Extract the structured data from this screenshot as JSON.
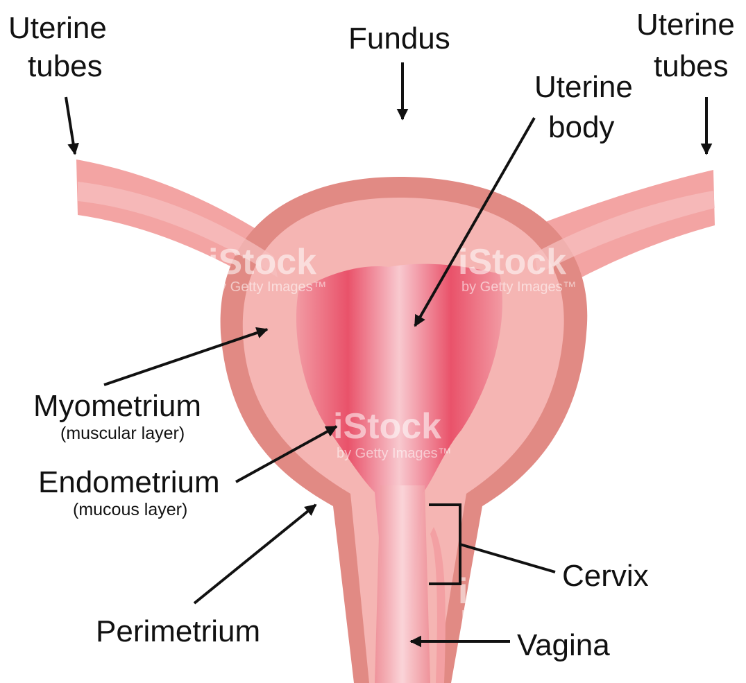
{
  "labels": {
    "uterine_tubes_left_line1": "Uterine",
    "uterine_tubes_left_line2": "tubes",
    "fundus": "Fundus",
    "uterine_body_line1": "Uterine",
    "uterine_body_line2": "body",
    "uterine_tubes_right_line1": "Uterine",
    "uterine_tubes_right_line2": "tubes",
    "myometrium": "Myometrium",
    "myometrium_sub": "(muscular layer)",
    "endometrium": "Endometrium",
    "endometrium_sub": "(mucous layer)",
    "perimetrium": "Perimetrium",
    "cervix": "Cervix",
    "vagina": "Vagina"
  },
  "watermark": {
    "brand": "iStock",
    "tagline": "by Getty Images",
    "tagline_tm": "by Getty Images™"
  },
  "colors": {
    "perimetrium": "#e18a84",
    "myometrium": "#f5b5b3",
    "tube": "#f3a4a3",
    "endometrium": "#ec7d86",
    "endometrium_deep": "#ea4f62",
    "lumen": "#f9cdd0",
    "arrow": "#111111"
  }
}
